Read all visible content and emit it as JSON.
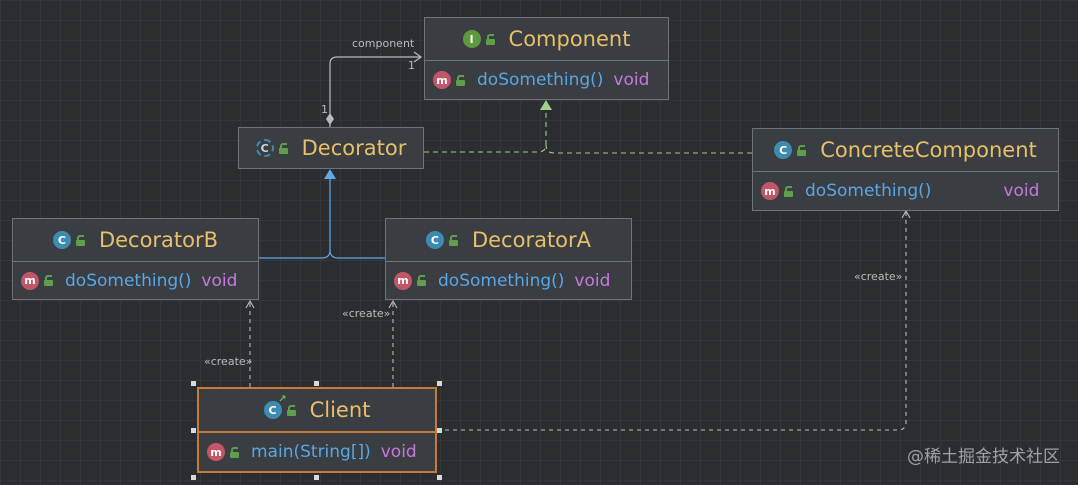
{
  "colors": {
    "background": "#2b2d31",
    "class_name": "#e8bf6a",
    "method_name": "#58a7e6",
    "return_type": "#c679dd",
    "realization_edge": "#9fd18b",
    "inheritance_edge": "#5ea9e8",
    "selection_border": "#c97a35"
  },
  "classes": {
    "component": {
      "kind_icon": "I",
      "kind": "interface-icon",
      "name": "Component",
      "method": {
        "icon": "m",
        "name": "doSomething()",
        "type": "void"
      }
    },
    "decorator": {
      "kind_icon": "C",
      "kind": "abstract-class-icon",
      "name": "Decorator"
    },
    "concrete_component": {
      "kind_icon": "C",
      "kind": "class-icon",
      "name": "ConcreteComponent",
      "method": {
        "icon": "m",
        "name": "doSomething()",
        "type": "void"
      }
    },
    "decorator_b": {
      "kind_icon": "C",
      "kind": "class-icon",
      "name": "DecoratorB",
      "method": {
        "icon": "m",
        "name": "doSomething()",
        "type": "void"
      }
    },
    "decorator_a": {
      "kind_icon": "C",
      "kind": "class-icon",
      "name": "DecoratorA",
      "method": {
        "icon": "m",
        "name": "doSomething()",
        "type": "void"
      }
    },
    "client": {
      "kind_icon": "C",
      "kind": "runnable-class-icon",
      "name": "Client",
      "method": {
        "icon": "m",
        "name": "main(String[])",
        "type": "void"
      }
    }
  },
  "edge_labels": {
    "aggregation_role": "component",
    "multiplicity_target": "1",
    "multiplicity_source": "1",
    "create_b": "«create»",
    "create_a": "«create»",
    "create_concrete": "«create»"
  },
  "watermark": "@稀土掘金技术社区"
}
